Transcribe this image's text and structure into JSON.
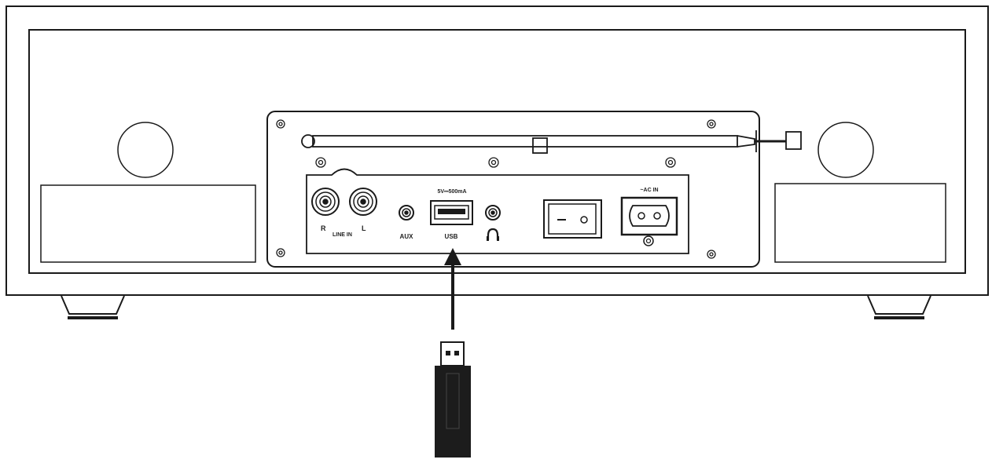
{
  "labels": {
    "line_in_r": "R",
    "line_in": "LINE IN",
    "line_in_l": "L",
    "aux": "AUX",
    "usb_rating": "5V⎓500mA",
    "usb": "USB",
    "ac_in": "~AC IN",
    "headphone_symbol": "🎧"
  },
  "icons": {
    "headphone": "headphone-icon",
    "arrow": "insert-arrow"
  },
  "colors": {
    "line": "#1a1a1a",
    "background": "#ffffff",
    "usb_stick": "#1c1c1c"
  }
}
